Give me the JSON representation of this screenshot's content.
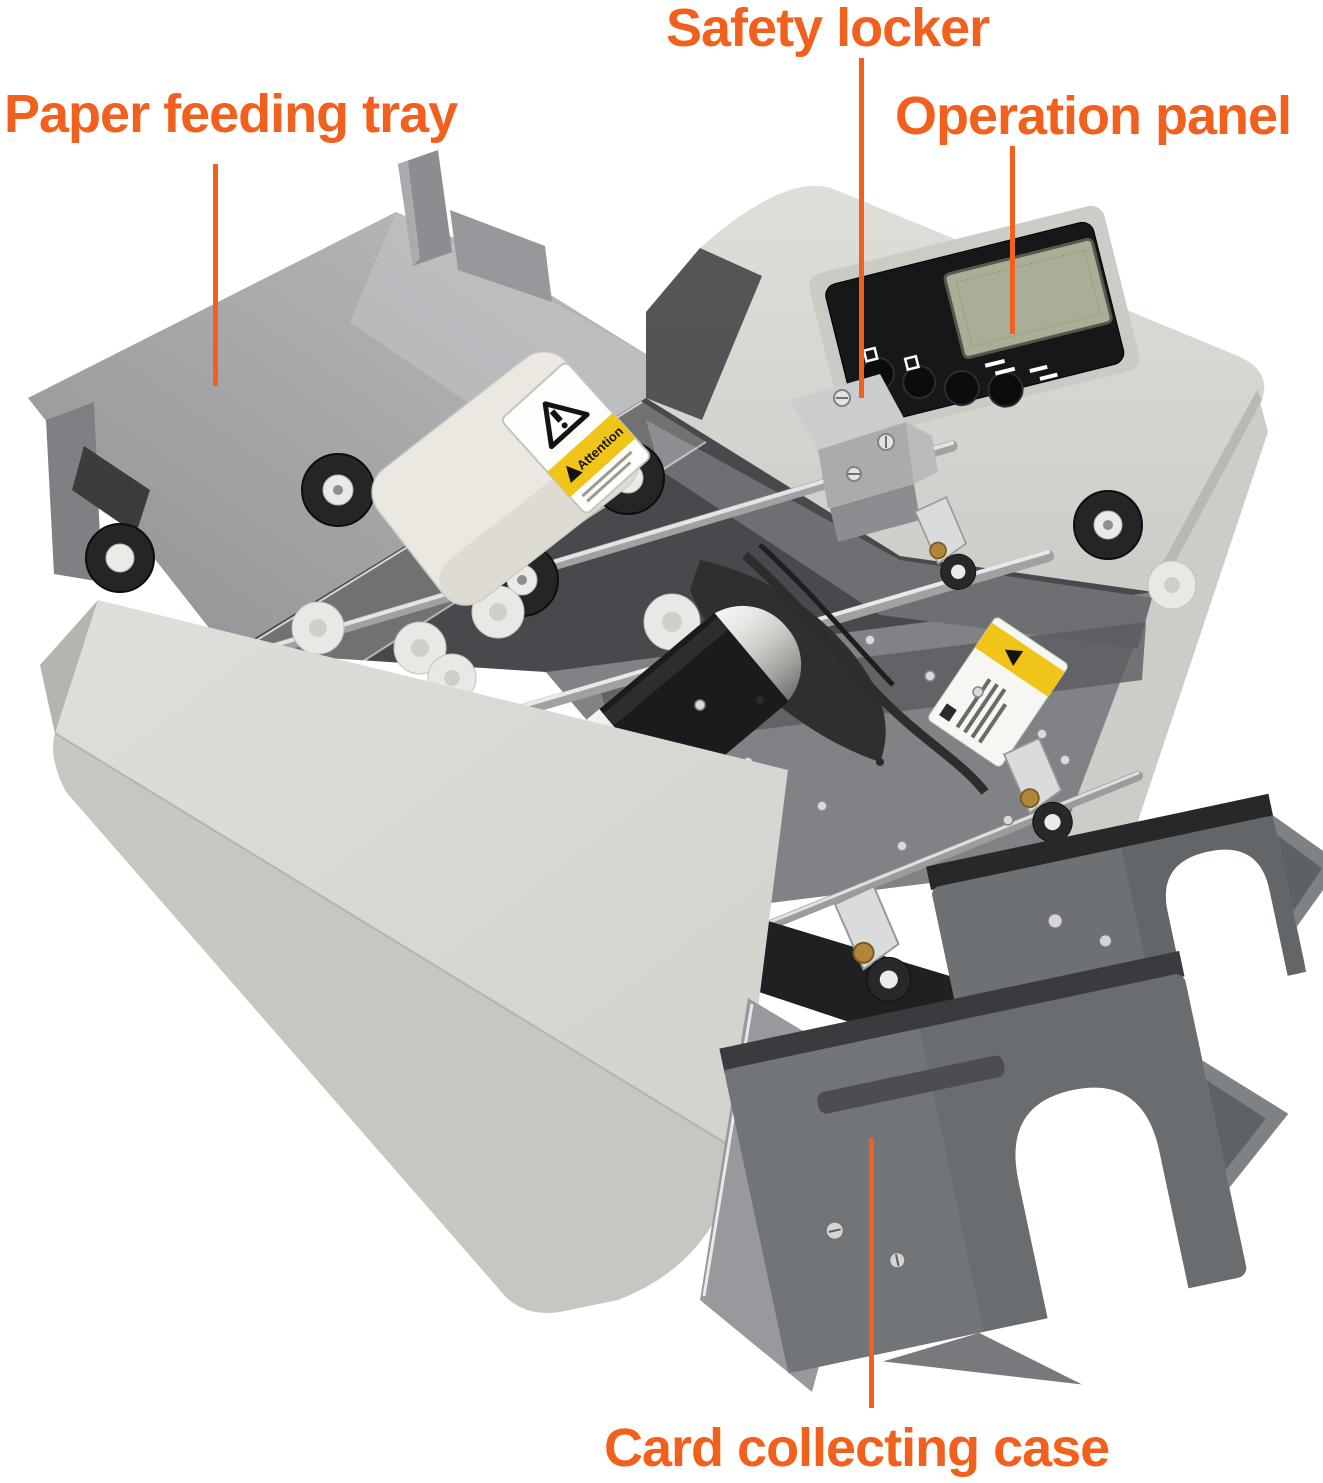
{
  "annotations": {
    "items": [
      {
        "id": "paper-feeding-tray",
        "text": "Paper feeding tray"
      },
      {
        "id": "safety-locker",
        "text": "Safety locker"
      },
      {
        "id": "operation-panel",
        "text": "Operation panel"
      },
      {
        "id": "card-collecting-case",
        "text": "Card collecting case"
      }
    ]
  },
  "machine": {
    "stickers": {
      "attention_label": "Attention"
    }
  },
  "colors": {
    "label_orange": "#f2601d",
    "sticker_yellow": "#f0c419",
    "lcd_green": "#a9ae96",
    "body_light": "#dcdcd6",
    "body_shade": "#cdcdc8",
    "tray_gray": "#9fa1a3",
    "bay_dark": "#47494c",
    "tray_dark": "#6a6d70",
    "chrome_light": "#f4f4f2",
    "rubber_black": "#1a1b1d"
  }
}
